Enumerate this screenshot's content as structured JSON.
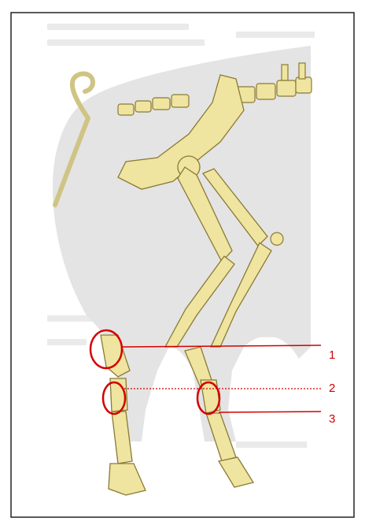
{
  "figure": {
    "subject": "pig-hindlimb-skeleton",
    "accent_color": "#d40000",
    "bone_color": "#efe4a0",
    "body_color": "#e4e4e4",
    "callouts": [
      {
        "label": "1"
      },
      {
        "label": "2"
      },
      {
        "label": "3"
      }
    ]
  }
}
